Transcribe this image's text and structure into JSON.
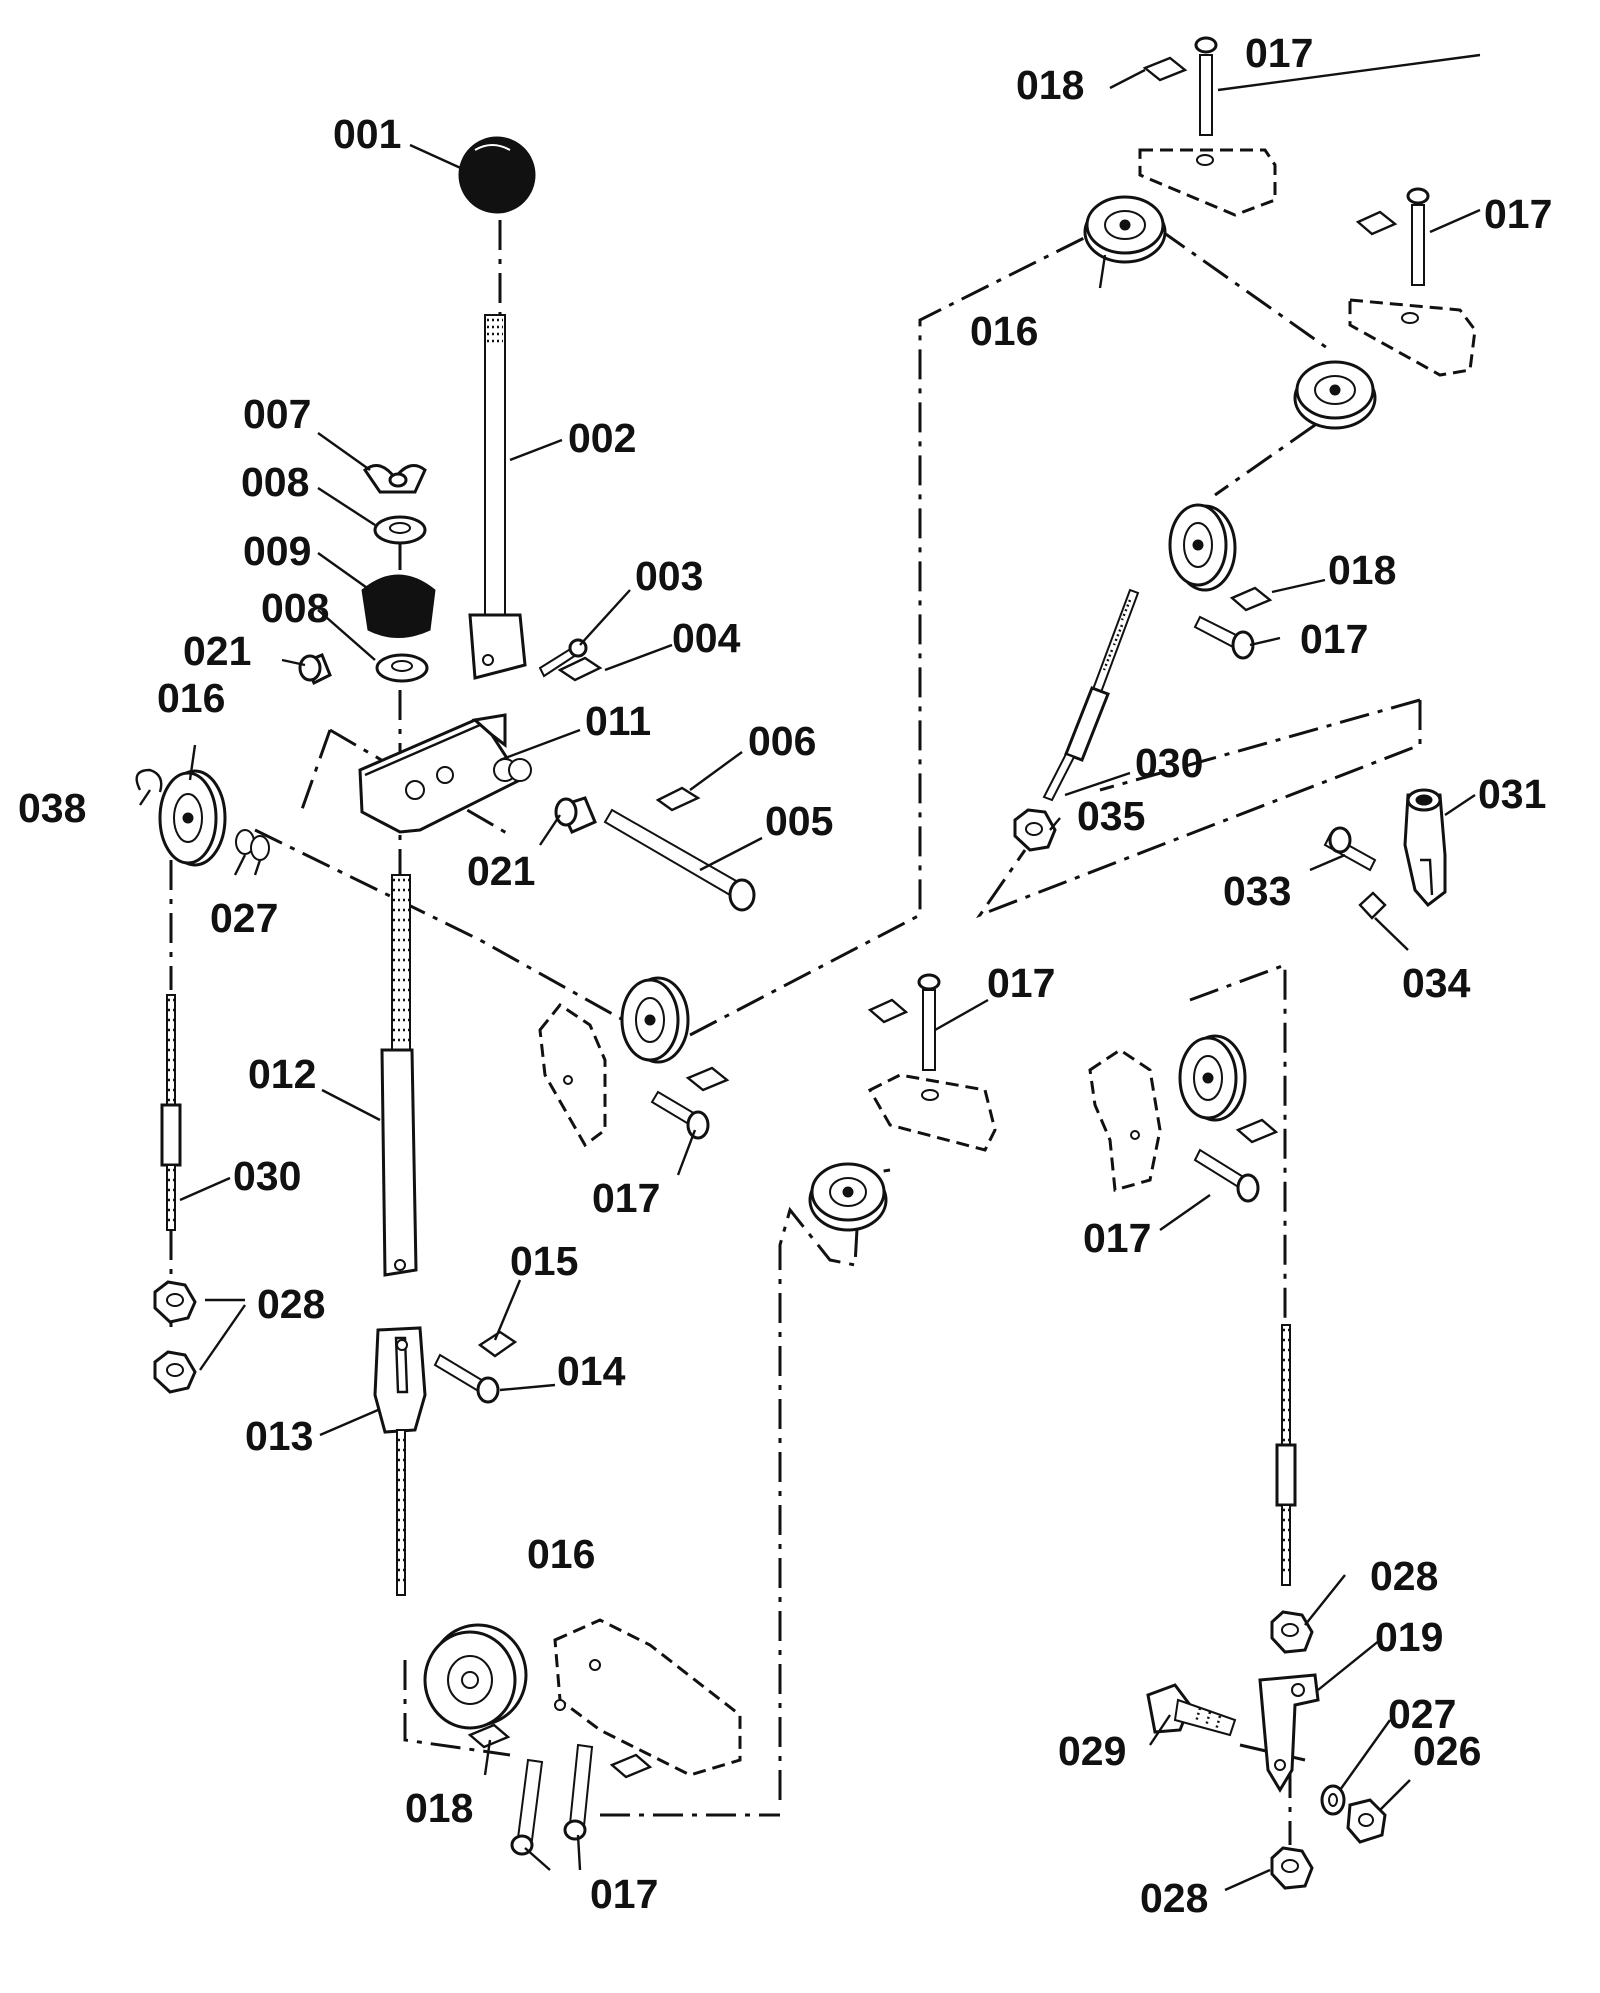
{
  "callouts": [
    {
      "id": "001",
      "text": "001"
    },
    {
      "id": "002",
      "text": "002"
    },
    {
      "id": "003",
      "text": "003"
    },
    {
      "id": "004",
      "text": "004"
    },
    {
      "id": "005",
      "text": "005"
    },
    {
      "id": "006",
      "text": "006"
    },
    {
      "id": "007",
      "text": "007"
    },
    {
      "id": "008a",
      "text": "008"
    },
    {
      "id": "009",
      "text": "009"
    },
    {
      "id": "008b",
      "text": "008"
    },
    {
      "id": "011",
      "text": "011"
    },
    {
      "id": "012",
      "text": "012"
    },
    {
      "id": "013",
      "text": "013"
    },
    {
      "id": "014",
      "text": "014"
    },
    {
      "id": "015",
      "text": "015"
    },
    {
      "id": "016a",
      "text": "016"
    },
    {
      "id": "016b",
      "text": "016"
    },
    {
      "id": "016c",
      "text": "016"
    },
    {
      "id": "017a",
      "text": "017"
    },
    {
      "id": "017b",
      "text": "017"
    },
    {
      "id": "017c",
      "text": "017"
    },
    {
      "id": "017d",
      "text": "017"
    },
    {
      "id": "017e",
      "text": "017"
    },
    {
      "id": "017f",
      "text": "017"
    },
    {
      "id": "017g",
      "text": "017"
    },
    {
      "id": "018a",
      "text": "018"
    },
    {
      "id": "018b",
      "text": "018"
    },
    {
      "id": "018c",
      "text": "018"
    },
    {
      "id": "019",
      "text": "019"
    },
    {
      "id": "021a",
      "text": "021"
    },
    {
      "id": "021b",
      "text": "021"
    },
    {
      "id": "026",
      "text": "026"
    },
    {
      "id": "027a",
      "text": "027"
    },
    {
      "id": "027b",
      "text": "027"
    },
    {
      "id": "028a",
      "text": "028"
    },
    {
      "id": "028b",
      "text": "028"
    },
    {
      "id": "028c",
      "text": "028"
    },
    {
      "id": "029",
      "text": "029"
    },
    {
      "id": "030a",
      "text": "030"
    },
    {
      "id": "030b",
      "text": "030"
    },
    {
      "id": "031",
      "text": "031"
    },
    {
      "id": "033",
      "text": "033"
    },
    {
      "id": "034",
      "text": "034"
    },
    {
      "id": "035",
      "text": "035"
    },
    {
      "id": "038",
      "text": "038"
    }
  ]
}
